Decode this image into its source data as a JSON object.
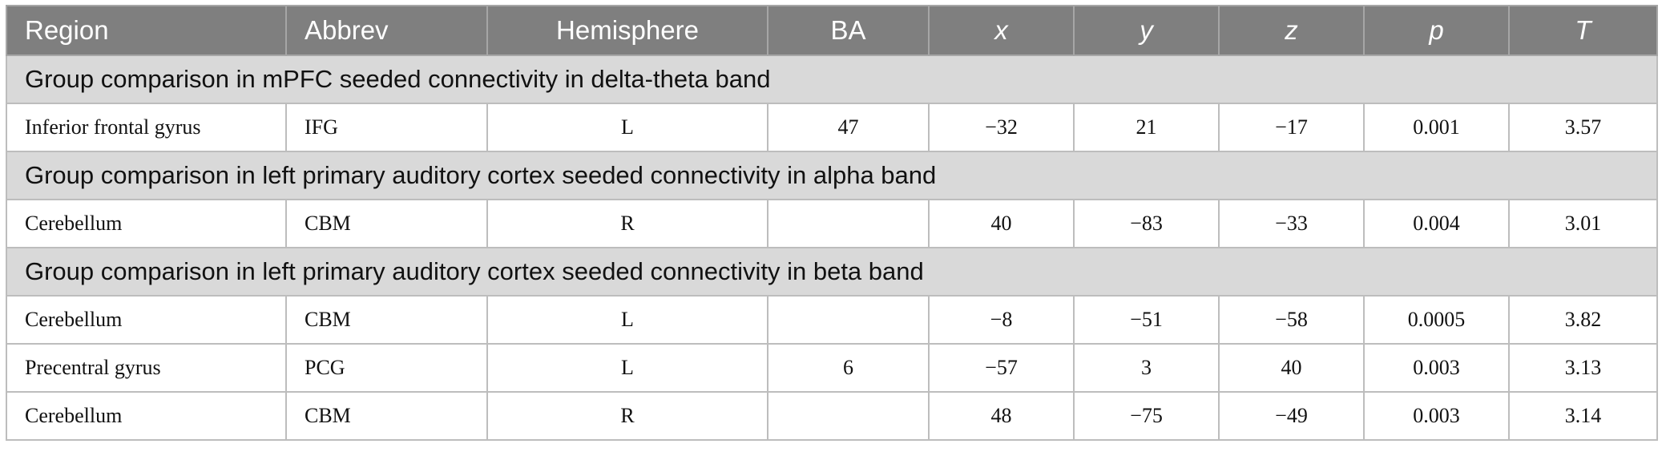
{
  "headers": [
    "Region",
    "Abbrev",
    "Hemisphere",
    "BA",
    "x",
    "y",
    "z",
    "p",
    "T"
  ],
  "sections": [
    {
      "title": "Group comparison in mPFC seeded connectivity in delta-theta band",
      "rows": [
        [
          "Inferior frontal gyrus",
          "IFG",
          "L",
          "47",
          "−32",
          "21",
          "−17",
          "0.001",
          "3.57"
        ]
      ]
    },
    {
      "title": "Group comparison in left primary auditory cortex seeded connectivity in alpha band",
      "rows": [
        [
          "Cerebellum",
          "CBM",
          "R",
          "",
          "40",
          "−83",
          "−33",
          "0.004",
          "3.01"
        ]
      ]
    },
    {
      "title": "Group comparison in left primary auditory cortex seeded connectivity in beta band",
      "rows": [
        [
          "Cerebellum",
          "CBM",
          "L",
          "",
          "−8",
          "−51",
          "−58",
          "0.0005",
          "3.82"
        ],
        [
          "Precentral gyrus",
          "PCG",
          "L",
          "6",
          "−57",
          "3",
          "40",
          "0.003",
          "3.13"
        ],
        [
          "Cerebellum",
          "CBM",
          "R",
          "",
          "48",
          "−75",
          "−49",
          "0.003",
          "3.14"
        ]
      ]
    }
  ]
}
